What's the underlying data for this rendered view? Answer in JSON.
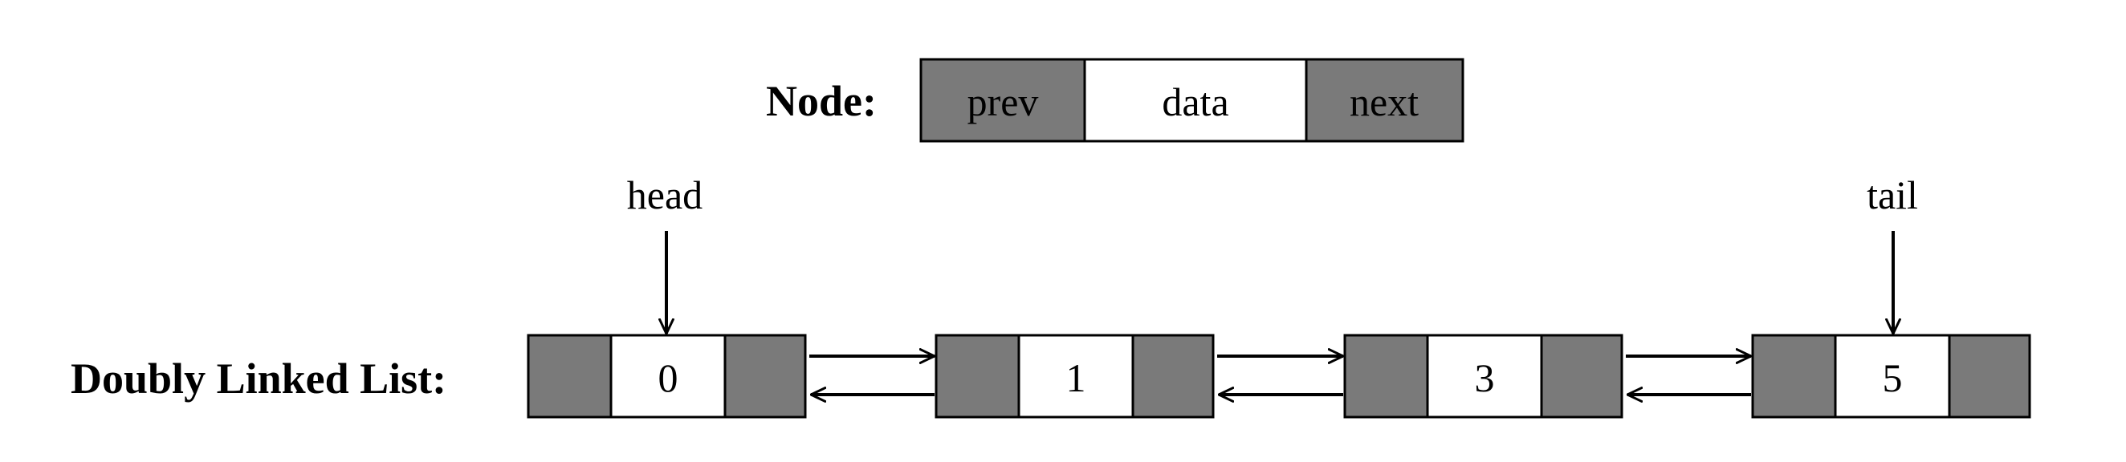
{
  "legend": {
    "label": "Node:",
    "fields": [
      "prev",
      "data",
      "next"
    ]
  },
  "list": {
    "label": "Doubly Linked List:",
    "nodes": [
      "0",
      "1",
      "3",
      "5"
    ],
    "pointers": {
      "head": "head",
      "tail": "tail"
    }
  },
  "colors": {
    "pointer_cell": "#7a7a7a",
    "data_cell": "#ffffff",
    "stroke": "#000000"
  }
}
